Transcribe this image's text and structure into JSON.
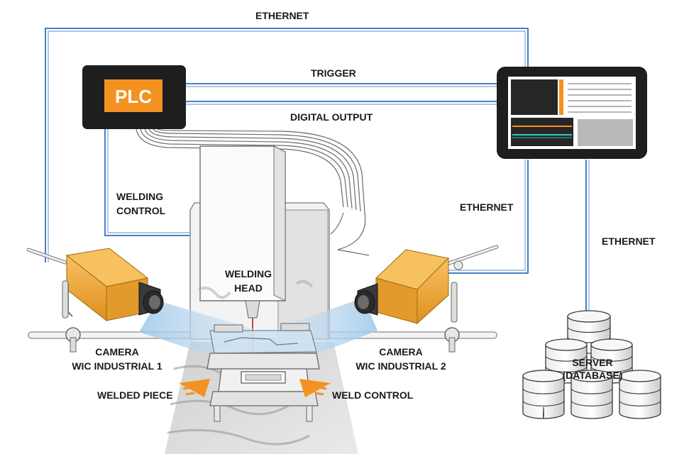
{
  "labels": {
    "ethernet_top": "ETHERNET",
    "trigger": "TRIGGER",
    "digital_output": "DIGITAL OUTPUT",
    "welding_control_1": "WELDING",
    "welding_control_2": "CONTROL",
    "ethernet_right": "ETHERNET",
    "ethernet_server": "ETHERNET",
    "welding_head_1": "WELDING",
    "welding_head_2": "HEAD",
    "camera1_1": "CAMERA",
    "camera1_2": "WIC INDUSTRIAL 1",
    "camera2_1": "CAMERA",
    "camera2_2": "WIC INDUSTRIAL 2",
    "welded_piece": "WELDED PIECE",
    "weld_control": "WELD CONTROL",
    "server_1": "SERVER",
    "server_2": "(DATABASE)"
  },
  "plc": {
    "text": "PLC"
  },
  "colors": {
    "cable": "#4a7fc0",
    "accent": "#f39221",
    "camera_body": "#f2a93b",
    "dark": "#1e1e1e"
  },
  "icons": [
    "plc-icon",
    "monitor-icon",
    "camera-icon",
    "database-icon",
    "welding-head-icon",
    "arrow-icon"
  ]
}
